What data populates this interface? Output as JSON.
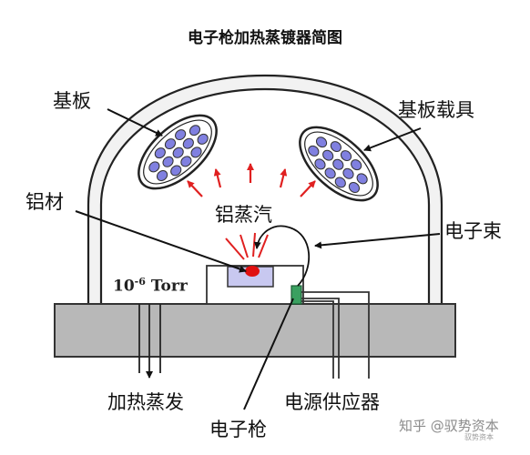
{
  "title": "电子枪加热蒸镀器简图",
  "labels": {
    "substrate": "基板",
    "substrate_holder": "基板载具",
    "aluminum_material": "铝材",
    "aluminum_vapor": "铝蒸汽",
    "electron_beam": "电子束",
    "heat_evaporation": "加热蒸发",
    "power_supply": "电源供应器",
    "electron_gun": "电子枪"
  },
  "pressure": {
    "base": "10",
    "exponent": "-6",
    "unit": "Torr"
  },
  "watermark": {
    "text": "知乎 @驭势资本",
    "small": "驭势资本"
  },
  "colors": {
    "chamber_fill": "#f2f2f2",
    "base_plate": "#b8b8b8",
    "wafer_dots": "#8080e0",
    "vapor_arrows": "#e02020",
    "crucible_fill": "#c8c8f0",
    "aluminum": "#e01010",
    "electron_gun": "#3aa060"
  }
}
